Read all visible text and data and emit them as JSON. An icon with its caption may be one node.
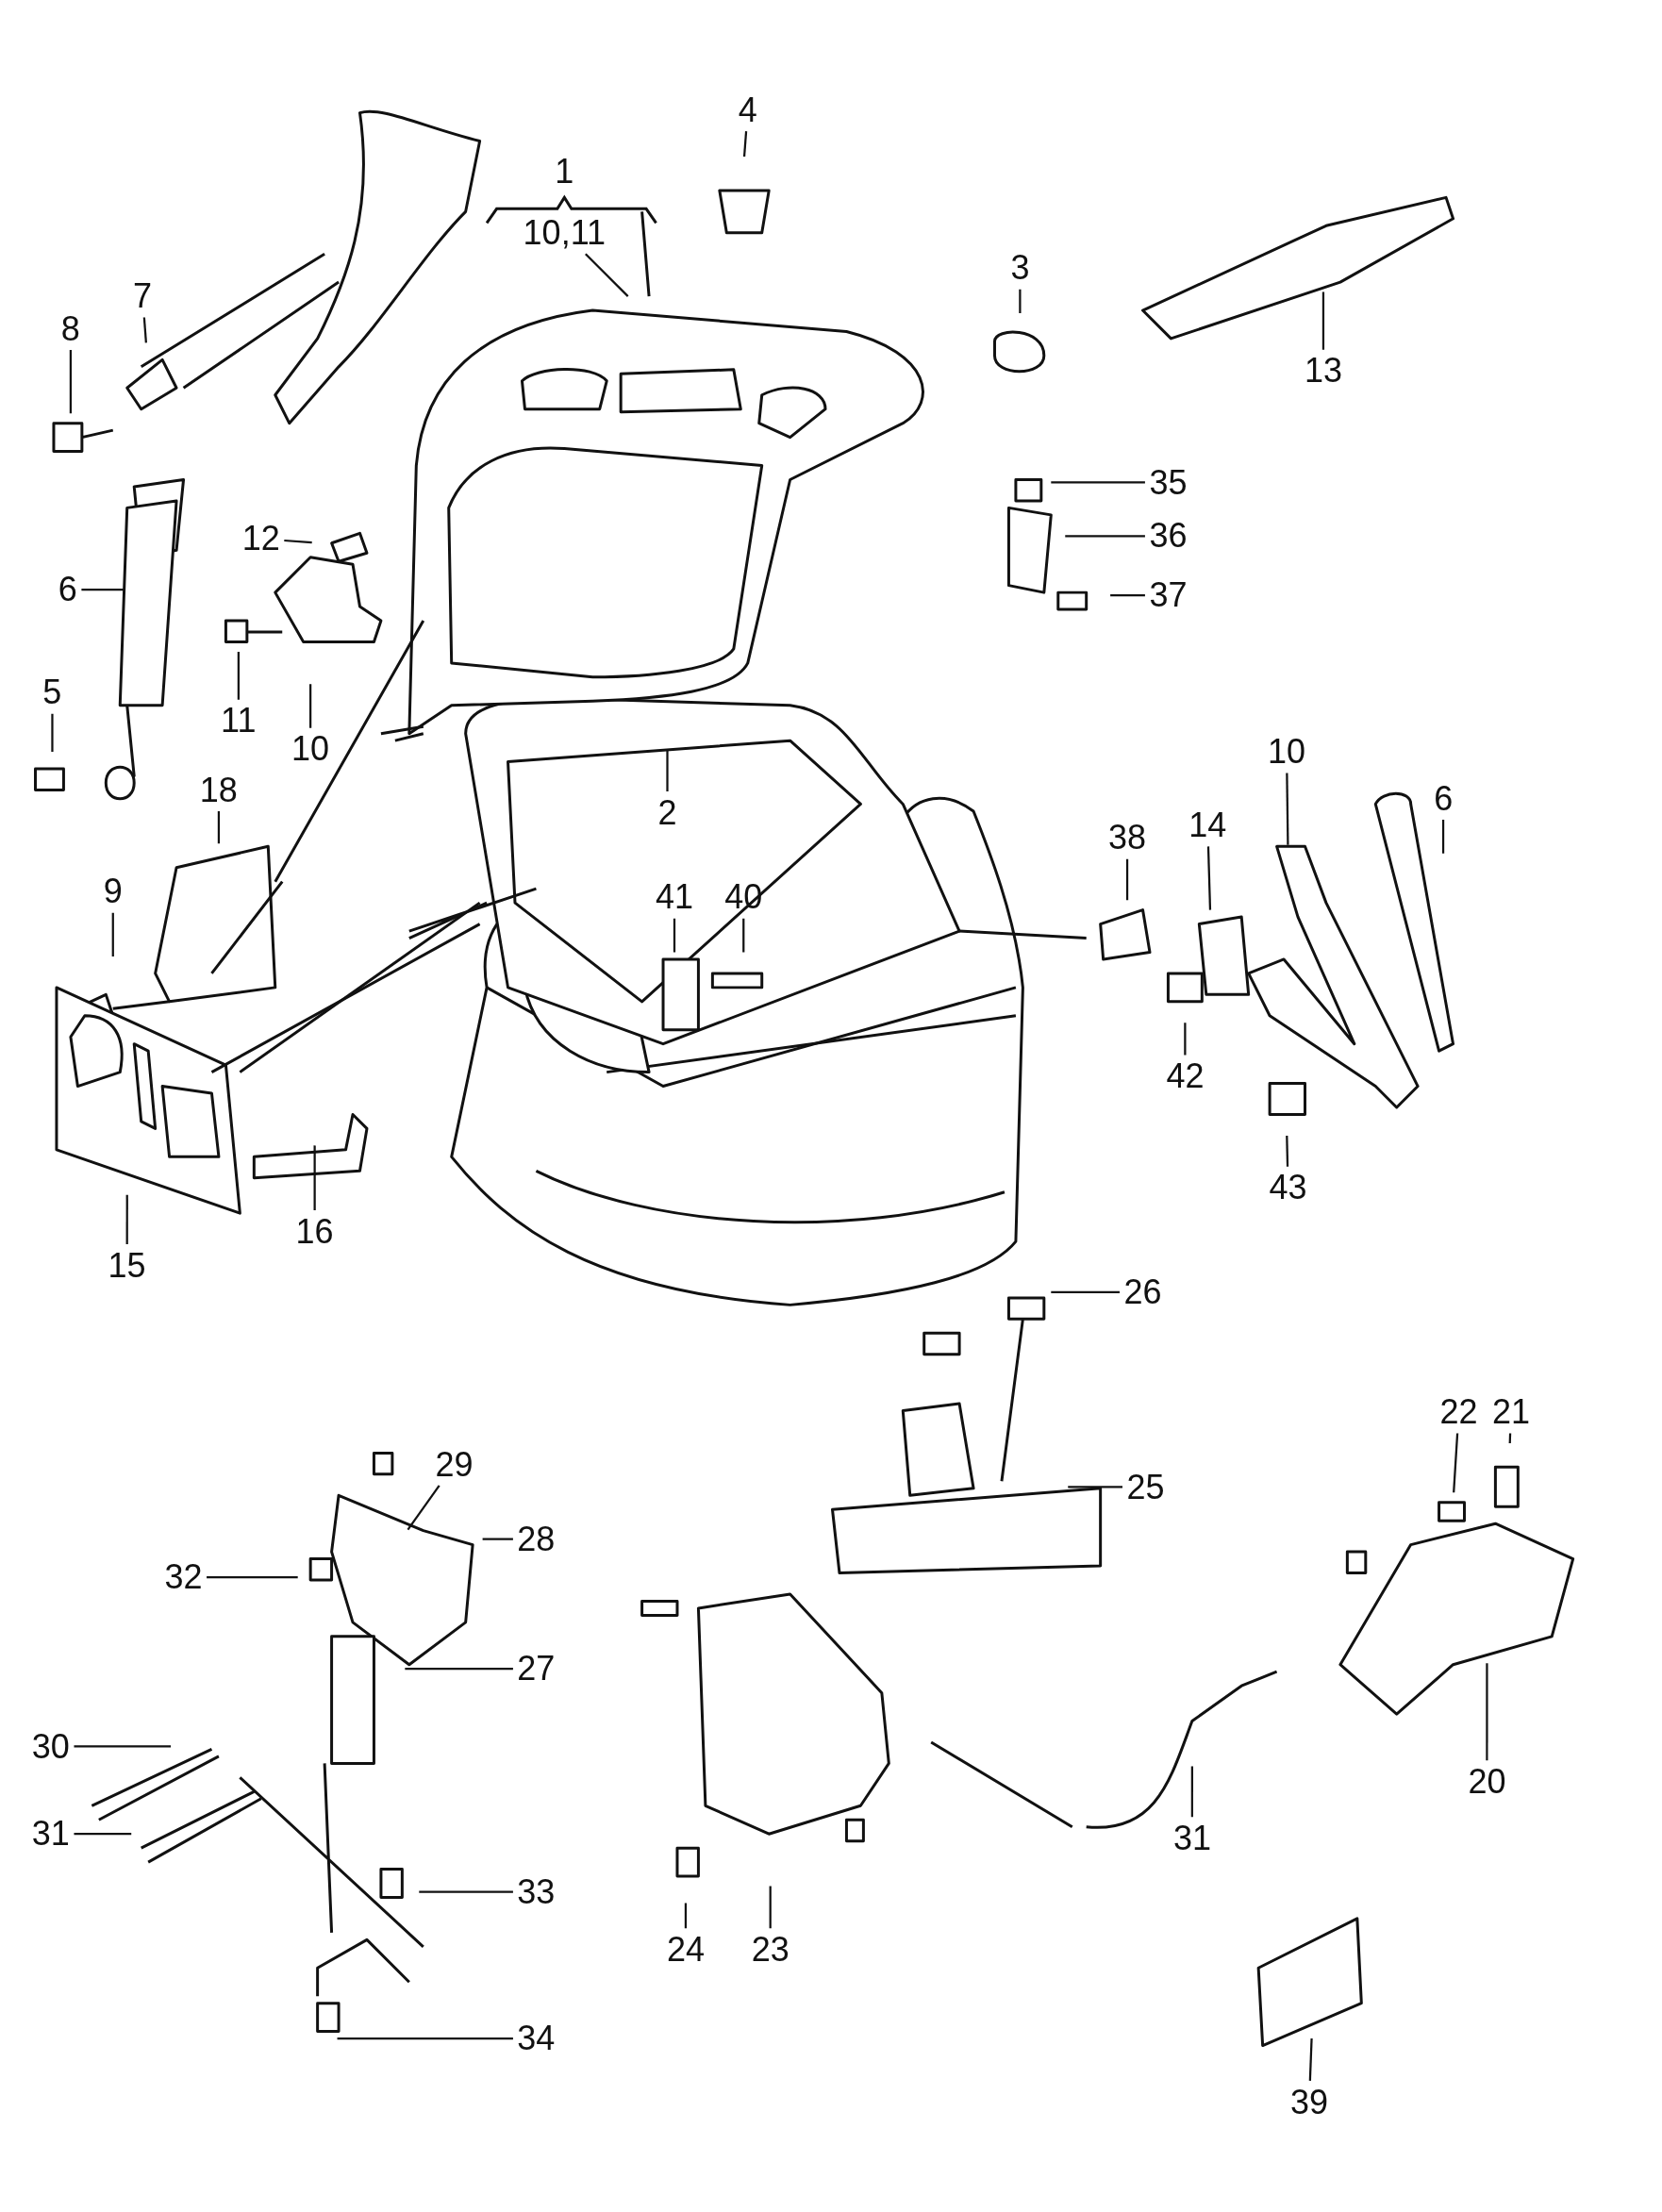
{
  "diagram": {
    "nodes": [
      {
        "text": [
          "4"
        ]
      },
      {
        "text": [
          "1"
        ]
      },
      {
        "text": [
          "10,11"
        ]
      },
      {
        "text": [
          "3"
        ]
      },
      {
        "text": [
          "7"
        ]
      },
      {
        "text": [
          "8"
        ]
      },
      {
        "text": [
          "13"
        ]
      },
      {
        "text": [
          "35"
        ]
      },
      {
        "text": [
          "36"
        ]
      },
      {
        "text": [
          "12"
        ]
      },
      {
        "text": [
          "6"
        ]
      },
      {
        "text": [
          "37"
        ]
      },
      {
        "text": [
          "5"
        ]
      },
      {
        "text": [
          "11"
        ]
      },
      {
        "text": [
          "10"
        ]
      },
      {
        "text": [
          "10"
        ]
      },
      {
        "text": [
          "18"
        ]
      },
      {
        "text": [
          "6"
        ]
      },
      {
        "text": [
          "2"
        ]
      },
      {
        "text": [
          "14"
        ]
      },
      {
        "text": [
          "38"
        ]
      },
      {
        "text": [
          "9"
        ]
      },
      {
        "text": [
          "41"
        ]
      },
      {
        "text": [
          "40"
        ]
      },
      {
        "text": [
          "42"
        ]
      },
      {
        "text": [
          "43"
        ]
      },
      {
        "text": [
          "16"
        ]
      },
      {
        "text": [
          "15"
        ]
      },
      {
        "text": [
          "26"
        ]
      },
      {
        "text": [
          "22"
        ]
      },
      {
        "text": [
          "21"
        ]
      },
      {
        "text": [
          "29"
        ]
      },
      {
        "text": [
          "25"
        ]
      },
      {
        "text": [
          "28"
        ]
      },
      {
        "text": [
          "32"
        ]
      },
      {
        "text": [
          "27"
        ]
      },
      {
        "text": [
          "30"
        ]
      },
      {
        "text": [
          "20"
        ]
      },
      {
        "text": [
          "31"
        ]
      },
      {
        "text": [
          "31"
        ]
      },
      {
        "text": [
          "33"
        ]
      },
      {
        "text": [
          "24"
        ]
      },
      {
        "text": [
          "23"
        ]
      },
      {
        "text": [
          "34"
        ]
      },
      {
        "text": [
          "39"
        ]
      }
    ],
    "edges": [
      {
        "from": 0,
        "to": null,
        "arrow": "none"
      },
      {
        "from": 2,
        "to": null,
        "arrow": "none"
      },
      {
        "from": 3,
        "to": null,
        "arrow": "none"
      },
      {
        "from": 4,
        "to": null,
        "arrow": "none"
      },
      {
        "from": 5,
        "to": null,
        "arrow": "none"
      },
      {
        "from": 6,
        "to": null,
        "arrow": "none"
      },
      {
        "from": 7,
        "to": null,
        "arrow": "none"
      },
      {
        "from": 8,
        "to": null,
        "arrow": "none"
      },
      {
        "from": 9,
        "to": null,
        "arrow": "none"
      },
      {
        "from": 10,
        "to": null,
        "arrow": "none"
      },
      {
        "from": 11,
        "to": null,
        "arrow": "none"
      },
      {
        "from": 12,
        "to": null,
        "arrow": "none"
      },
      {
        "from": 13,
        "to": null,
        "arrow": "none"
      },
      {
        "from": 14,
        "to": null,
        "arrow": "none"
      },
      {
        "from": 15,
        "to": null,
        "arrow": "none"
      },
      {
        "from": 16,
        "to": null,
        "arrow": "none"
      },
      {
        "from": 17,
        "to": null,
        "arrow": "none"
      },
      {
        "from": 18,
        "to": null,
        "arrow": "none"
      },
      {
        "from": 19,
        "to": null,
        "arrow": "none"
      },
      {
        "from": 20,
        "to": null,
        "arrow": "none"
      },
      {
        "from": 21,
        "to": null,
        "arrow": "none"
      },
      {
        "from": 22,
        "to": null,
        "arrow": "none"
      },
      {
        "from": 23,
        "to": null,
        "arrow": "none"
      },
      {
        "from": 24,
        "to": null,
        "arrow": "none"
      },
      {
        "from": 25,
        "to": null,
        "arrow": "none"
      },
      {
        "from": 26,
        "to": null,
        "arrow": "none"
      },
      {
        "from": 27,
        "to": null,
        "arrow": "none"
      },
      {
        "from": 28,
        "to": null,
        "arrow": "none"
      },
      {
        "from": 29,
        "to": null,
        "arrow": "none"
      },
      {
        "from": 30,
        "to": null,
        "arrow": "none"
      },
      {
        "from": 31,
        "to": null,
        "arrow": "none"
      },
      {
        "from": 32,
        "to": null,
        "arrow": "none"
      },
      {
        "from": 33,
        "to": null,
        "arrow": "none"
      },
      {
        "from": 34,
        "to": null,
        "arrow": "none"
      },
      {
        "from": 35,
        "to": null,
        "arrow": "none"
      },
      {
        "from": 36,
        "to": null,
        "arrow": "none"
      },
      {
        "from": 37,
        "to": null,
        "arrow": "none"
      },
      {
        "from": 38,
        "to": null,
        "arrow": "none"
      },
      {
        "from": 39,
        "to": null,
        "arrow": "none"
      },
      {
        "from": 40,
        "to": null,
        "arrow": "none"
      },
      {
        "from": 41,
        "to": null,
        "arrow": "none"
      },
      {
        "from": 42,
        "to": null,
        "arrow": "none"
      },
      {
        "from": 43,
        "to": null,
        "arrow": "none"
      },
      {
        "from": 44,
        "to": null,
        "arrow": "none"
      }
    ]
  }
}
